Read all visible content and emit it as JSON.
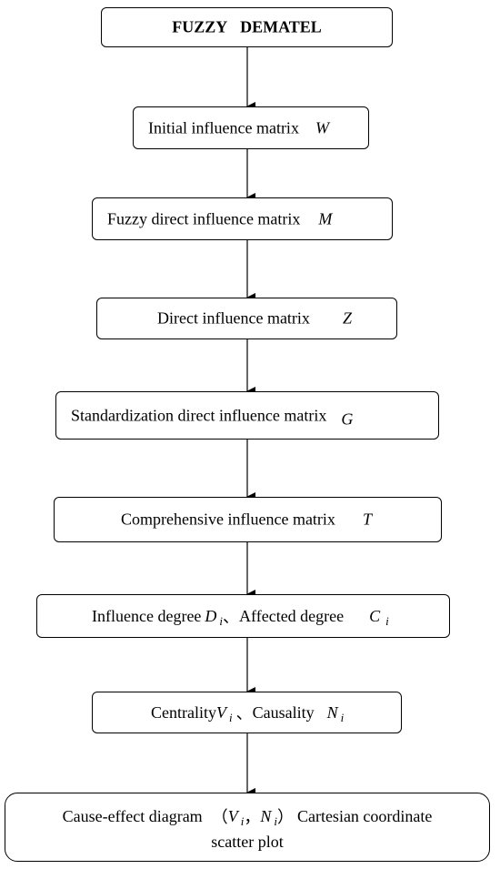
{
  "title": "FUZZY DEMATEL",
  "steps": [
    {
      "label": "Initial influence matrix",
      "var": "W"
    },
    {
      "label": "Fuzzy direct influence matrix",
      "var": "M"
    },
    {
      "label": "Direct influence matrix",
      "var": "Z"
    },
    {
      "label": "Standardization direct influence matrix",
      "var": "G"
    },
    {
      "label": "Comprehensive influence matrix",
      "var": "T"
    },
    {
      "label1": "Influence degree",
      "var1": "D",
      "sub1": "i",
      "sep": "、",
      "label2": "Affected degree",
      "var2": "C",
      "sub2": "i"
    },
    {
      "label1": "Centrality",
      "var1": "V",
      "sub1": "i",
      "sep": "、",
      "label2": "Causality",
      "var2": "N",
      "sub2": "i"
    },
    {
      "label_a": "Cause-effect diagram",
      "open": "（",
      "var1": "V",
      "sub1": "i",
      "comma": "，",
      "var2": "N",
      "sub2": "i",
      "close": "）",
      "label_b": "Cartesian coordinate",
      "line2": "scatter plot"
    }
  ]
}
